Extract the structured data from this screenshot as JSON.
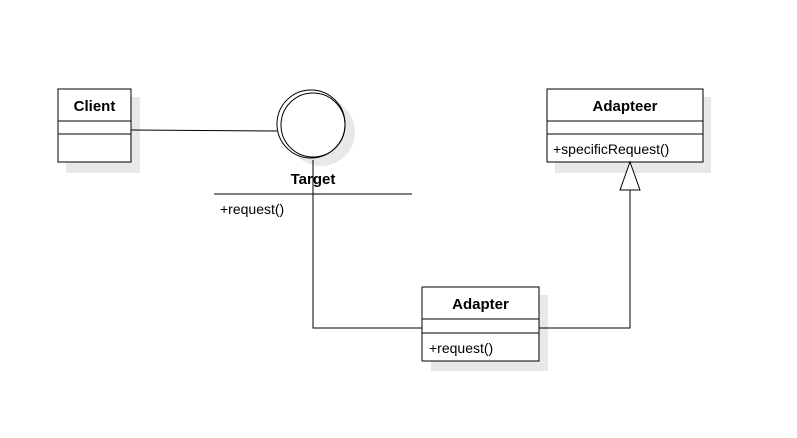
{
  "classes": {
    "client": {
      "name": "Client",
      "members": []
    },
    "adapteer": {
      "name": "Adapteer",
      "members": [
        "+specificRequest()"
      ]
    },
    "adapter": {
      "name": "Adapter",
      "members": [
        "+request()"
      ]
    }
  },
  "interface": {
    "target": {
      "name": "Target",
      "members": [
        "+request()"
      ]
    }
  },
  "colors": {
    "line": "#000000",
    "shadow": "#e8e8e8",
    "fill": "#ffffff"
  }
}
